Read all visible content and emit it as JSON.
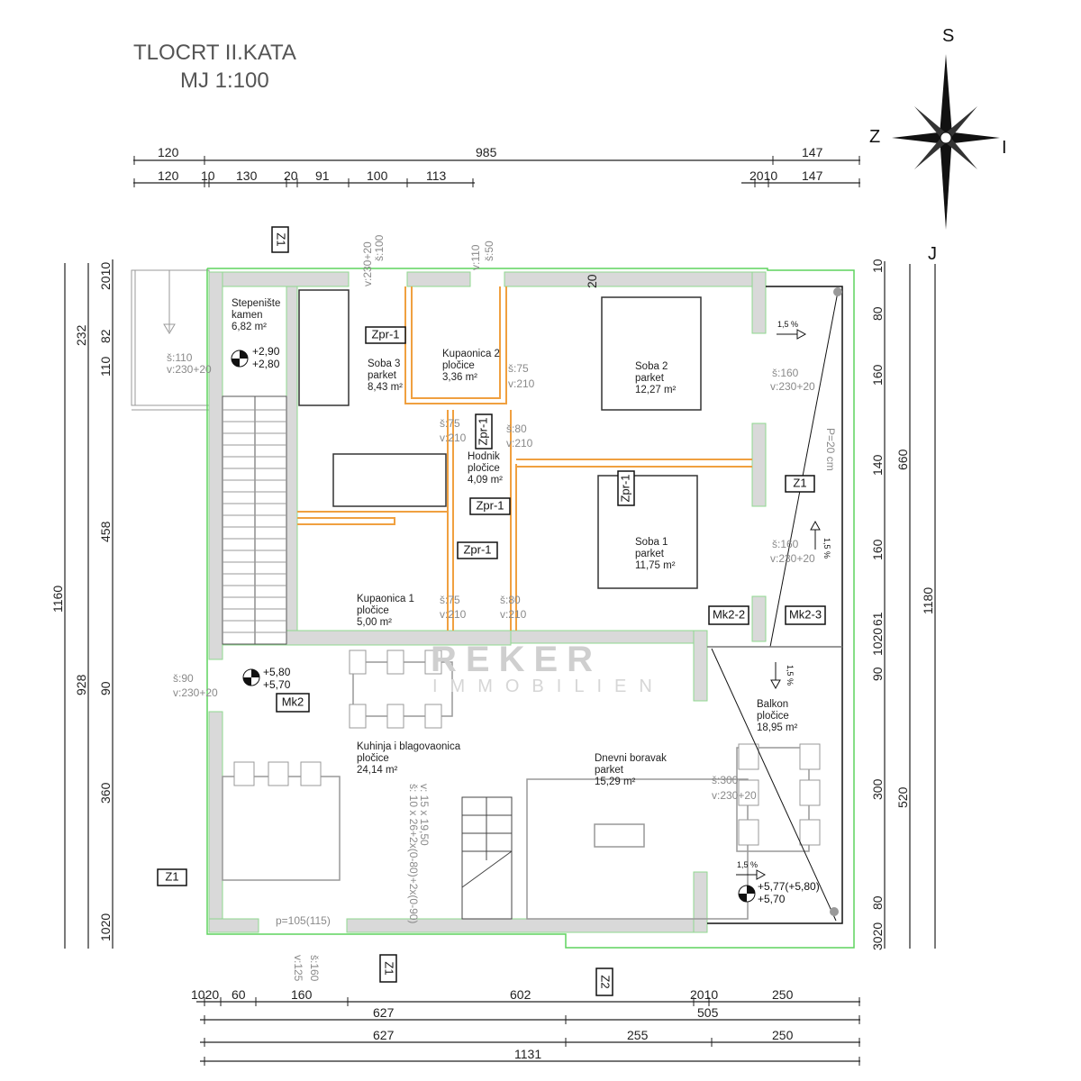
{
  "title": {
    "line1": "TLOCRT  II.KATA",
    "line2": "MJ 1:100"
  },
  "compass": {
    "north": "S",
    "west": "Z",
    "east": "I",
    "south": "J"
  },
  "dimensions": {
    "top_row1": [
      "120",
      "985",
      "147"
    ],
    "top_row2": [
      "120",
      "10",
      "130",
      "20",
      "91",
      "100",
      "113",
      "2010",
      "147"
    ],
    "bottom_row1": [
      "1020",
      "60",
      "160",
      "602",
      "2010",
      "250"
    ],
    "bottom_row2": [
      "627",
      "505"
    ],
    "bottom_row3": [
      "627",
      "255",
      "250"
    ],
    "bottom_total": "1131",
    "left_outer": "1160",
    "left_mid": [
      "232",
      "928"
    ],
    "left_inner": [
      "2010",
      "82",
      "110",
      "458",
      "90",
      "360",
      "1020"
    ],
    "right_inner": [
      "10",
      "80",
      "160",
      "140",
      "160",
      "61",
      "1020",
      "90",
      "300",
      "80",
      "3020"
    ],
    "right_mid": [
      "660",
      "520"
    ],
    "right_outer": "1180",
    "wall_20": "20"
  },
  "rooms": [
    {
      "name": "Stepenište",
      "floor": "kamen",
      "area": "6,82 m²"
    },
    {
      "name": "Soba 3",
      "floor": "parket",
      "area": "8,43 m²"
    },
    {
      "name": "Kupaonica 2",
      "floor": "pločice",
      "area": "3,36 m²"
    },
    {
      "name": "Soba 2",
      "floor": "parket",
      "area": "12,27 m²"
    },
    {
      "name": "Hodnik",
      "floor": "pločice",
      "area": "4,09 m²"
    },
    {
      "name": "Soba 1",
      "floor": "parket",
      "area": "11,75 m²"
    },
    {
      "name": "Kupaonica 1",
      "floor": "pločice",
      "area": "5,00 m²"
    },
    {
      "name": "Kuhinja i blagovaonica",
      "floor": "pločice",
      "area": "24,14 m²"
    },
    {
      "name": "Dnevni boravak",
      "floor": "parket",
      "area": "15,29 m²"
    },
    {
      "name": "Balkon",
      "floor": "pločice",
      "area": "18,95 m²"
    }
  ],
  "openings": {
    "w_top1": [
      "š:100",
      "v:230+20"
    ],
    "w_top2": [
      "š:50",
      "v:110"
    ],
    "w_stair": [
      "š:110",
      "v:230+20"
    ],
    "d_kup2": [
      "š:75",
      "v:210"
    ],
    "d_soba3": [
      "š:75",
      "v:210"
    ],
    "d_soba2": [
      "š:80",
      "v:210"
    ],
    "d_kup1": [
      "š:75",
      "v:210"
    ],
    "d_soba1": [
      "š:80",
      "v:210"
    ],
    "w_soba2": [
      "š:160",
      "v:230+20"
    ],
    "w_soba1": [
      "š:160",
      "v:230+20"
    ],
    "w_kitchen": [
      "š:90",
      "v:230+20"
    ],
    "w_living": [
      "š:300",
      "v:230+20"
    ],
    "w_bottom": [
      "š:160",
      "v:125",
      "p=105(115)"
    ],
    "stairs": [
      "v: 15 x 19,50",
      "š: 10 x 26+2x(0-80)+2x(0-90)"
    ]
  },
  "tags": {
    "z1": "Z1",
    "z2": "Z2",
    "zpr": "Zpr-1",
    "mk2": "Mk2",
    "mk22": "Mk2-2",
    "mk23": "Mk2-3",
    "p20": "P=20 cm"
  },
  "levels": {
    "stair": [
      "+2,90",
      "+2,80"
    ],
    "kitchen": [
      "+5,80",
      "+5,70"
    ],
    "balcony": [
      "+5,77(+5,80)",
      "+5,70"
    ]
  },
  "slope": "1,5 %",
  "watermark": {
    "brand": "REKER",
    "sub": "IMMOBILIEN"
  },
  "colors": {
    "wall_outline": "#5fd35f",
    "partition": "#f0a040",
    "wall_fill": "#d9d9d9"
  }
}
